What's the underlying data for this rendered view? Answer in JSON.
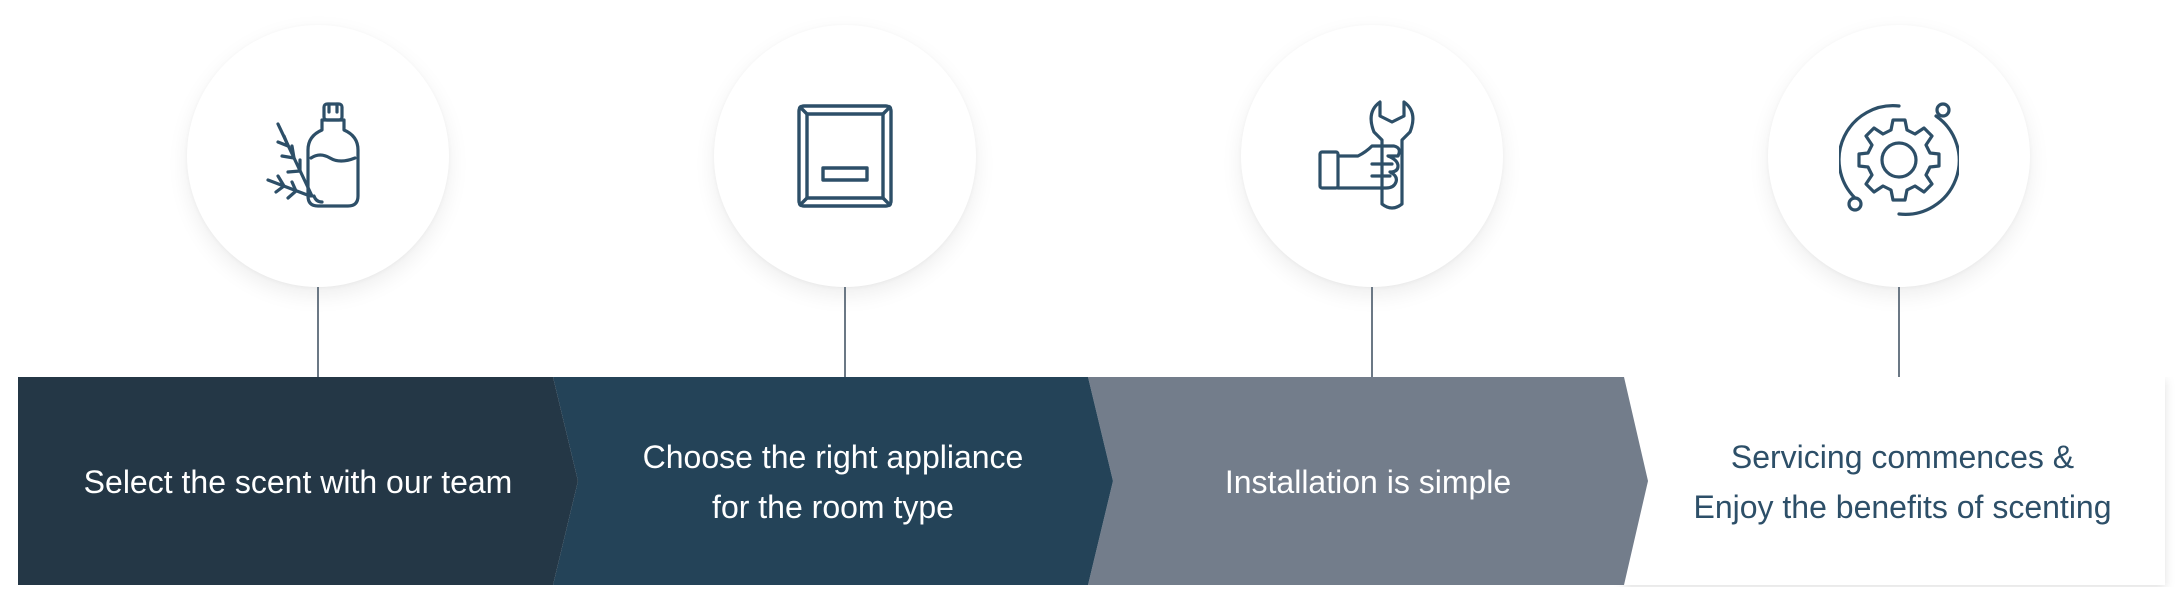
{
  "colors": {
    "step1": "#243746",
    "step2": "#244358",
    "step3": "#737d8b",
    "step4": "#ffffff",
    "icon": "#2d4f68",
    "connector": "#6b7885"
  },
  "steps": [
    {
      "label": "Select the scent with our team",
      "icon": "scent-bottle-icon"
    },
    {
      "label": "Choose the right appliance\nfor the room type",
      "icon": "appliance-icon"
    },
    {
      "label": "Installation is simple",
      "icon": "installation-wrench-icon"
    },
    {
      "label": "Servicing commences &\nEnjoy the benefits of scenting",
      "icon": "servicing-gear-icon"
    }
  ]
}
